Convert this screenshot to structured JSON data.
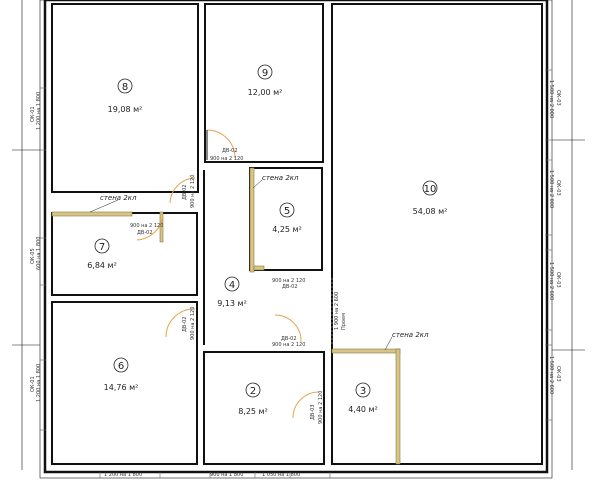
{
  "rooms": [
    {
      "num": "8",
      "area": "19,08 м²"
    },
    {
      "num": "9",
      "area": "12,00 м²"
    },
    {
      "num": "10",
      "area": "54,08 м²"
    },
    {
      "num": "5",
      "area": "4,25 м²"
    },
    {
      "num": "7",
      "area": "6,84 м²"
    },
    {
      "num": "4",
      "area": "9,13 м²"
    },
    {
      "num": "6",
      "area": "14,76 м²"
    },
    {
      "num": "2",
      "area": "8,25 м²"
    },
    {
      "num": "3",
      "area": "4,40 м²"
    }
  ],
  "wall_note": "стена 2кл",
  "doors": {
    "dv02": "ДВ-02",
    "dv03": "ДВ-03",
    "size_900": "900 на 2 120"
  },
  "opening": {
    "size": "1 900 на 2 600",
    "label": "Проем"
  },
  "windows": {
    "ok01": "ОК-01",
    "ok03": "ОК-03",
    "ok05": "ОК-05",
    "size_1200": "1 200 на 1 800",
    "size_1500_2000": "1 500 на 2 000",
    "size_1500_2600": "1 500 на 2 600",
    "size_600": "600 на 1 800",
    "size_900b": "900 на 1 800",
    "size_1050": "1 050 на 1 800"
  },
  "colors": {
    "wall": "#111111",
    "door": "#e8a24a",
    "partition": "#d8c487",
    "window_line": "#666666"
  }
}
